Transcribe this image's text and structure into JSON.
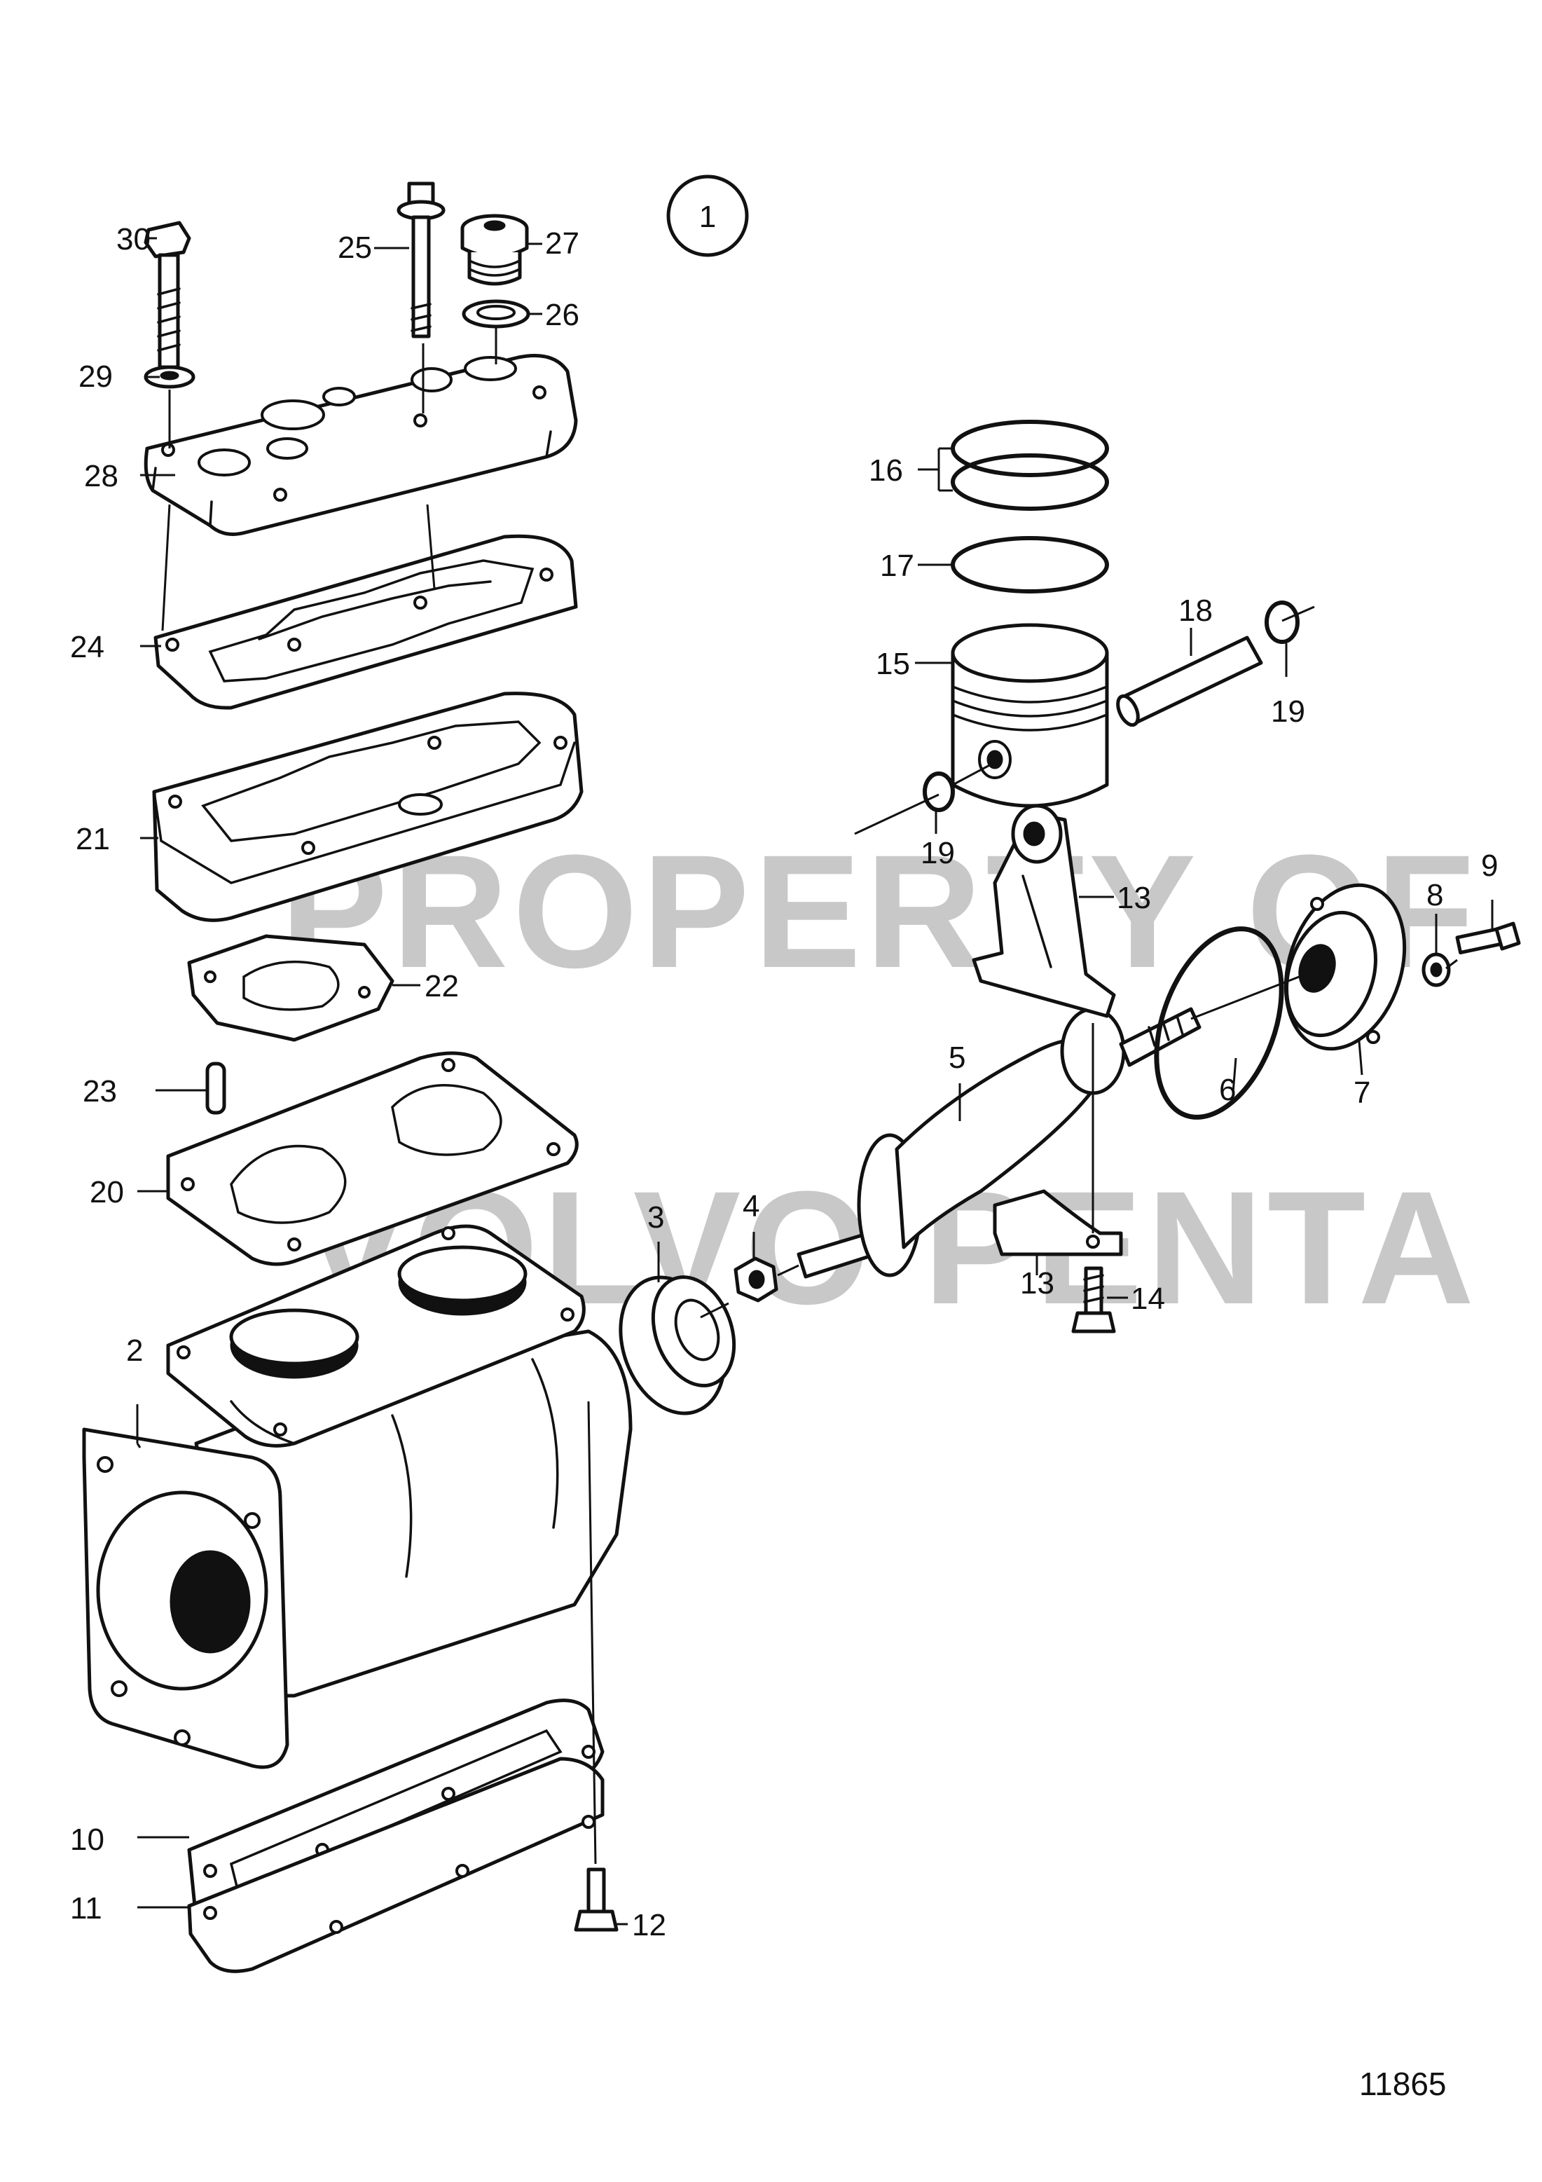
{
  "figure": {
    "view_number": "1",
    "illustration_number": "11865",
    "watermark_lines": [
      "PROPERTY OF",
      "VOLVO PENTA"
    ]
  },
  "callouts": {
    "c2": "2",
    "c3": "3",
    "c4": "4",
    "c5": "5",
    "c6": "6",
    "c7": "7",
    "c8": "8",
    "c9": "9",
    "c10": "10",
    "c11": "11",
    "c12": "12",
    "c13a": "13",
    "c13b": "13",
    "c14": "14",
    "c15": "15",
    "c16": "16",
    "c17": "17",
    "c18": "18",
    "c19a": "19",
    "c19b": "19",
    "c20": "20",
    "c21": "21",
    "c22": "22",
    "c23": "23",
    "c24": "24",
    "c25": "25",
    "c26": "26",
    "c27": "27",
    "c28": "28",
    "c29": "29",
    "c30": "30"
  }
}
